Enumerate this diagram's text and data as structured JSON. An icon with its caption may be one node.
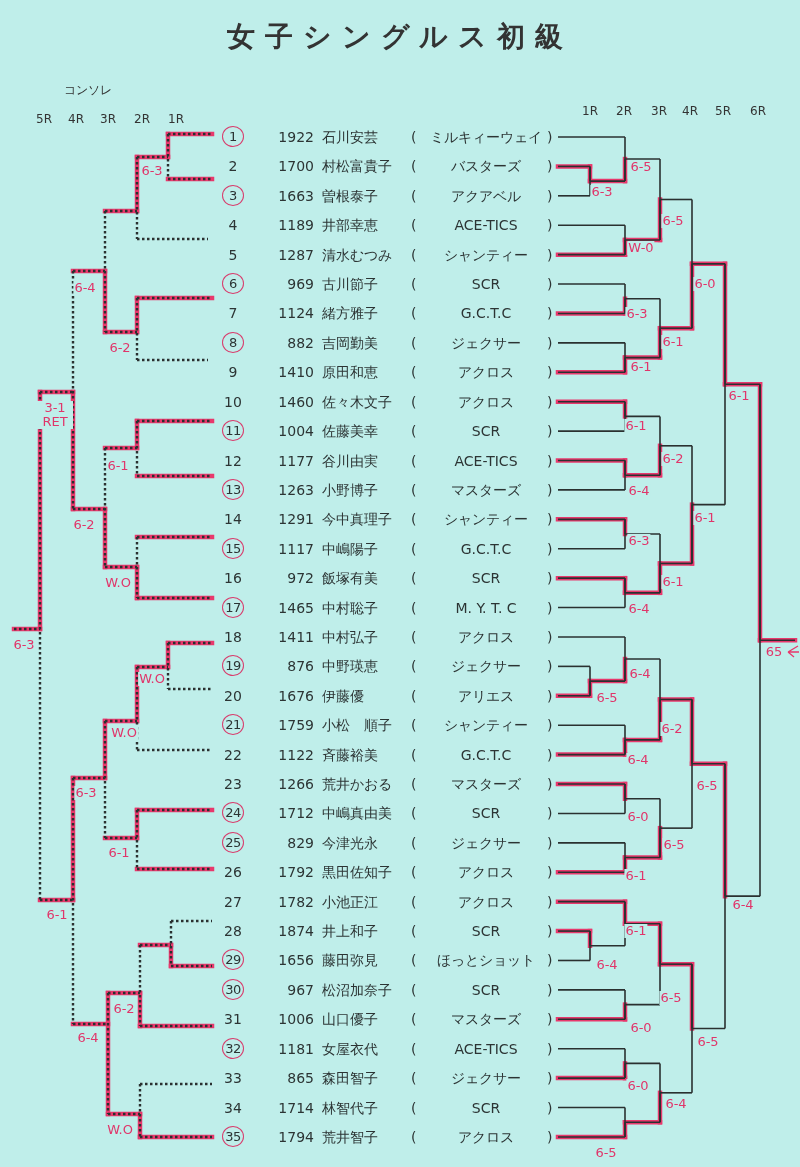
{
  "diagram": {
    "title": "女子シングルス初級",
    "nodes": [
      {
        "text": [
          "1"
        ]
      },
      {
        "text": [
          "3"
        ]
      },
      {
        "text": [
          "6"
        ]
      },
      {
        "text": [
          "8"
        ]
      },
      {
        "text": [
          "11"
        ]
      },
      {
        "text": [
          "13"
        ]
      },
      {
        "text": [
          "15"
        ]
      },
      {
        "text": [
          "17"
        ]
      },
      {
        "text": [
          "19"
        ]
      },
      {
        "text": [
          "21"
        ]
      },
      {
        "text": [
          "24"
        ]
      },
      {
        "text": [
          "25"
        ]
      },
      {
        "text": [
          "29"
        ]
      },
      {
        "text": [
          "30"
        ]
      },
      {
        "text": [
          "32"
        ]
      },
      {
        "text": [
          "35"
        ]
      }
    ],
    "labels": [
      "コンソレ",
      "5R",
      "4R",
      "3R",
      "2R",
      "1R",
      "1R",
      "2R",
      "3R",
      "4R",
      "5R",
      "6R",
      "1922",
      "石川安芸",
      "(",
      "ミルキィーウェイ",
      ")",
      "2",
      "1700",
      "村松富貴子",
      "(",
      "バスターズ",
      ")",
      "1663",
      "曽根泰子",
      "(",
      "アクアベル",
      ")",
      "4",
      "1189",
      "井部幸恵",
      "(",
      "ACE-TICS",
      ")",
      "5",
      "1287",
      "清水むつみ",
      "(",
      "シャンティー",
      ")",
      "969",
      "古川節子",
      "(",
      "SCR",
      ")",
      "7",
      "1124",
      "緒方雅子",
      "(",
      "G.C.T.C",
      ")",
      "882",
      "吉岡勤美",
      "(",
      "ジェクサー",
      ")",
      "9",
      "1410",
      "原田和恵",
      "(",
      "アクロス",
      ")",
      "10",
      "1460",
      "佐々木文子",
      "(",
      "アクロス",
      ")",
      "1004",
      "佐藤美幸",
      "(",
      "SCR",
      ")",
      "12",
      "1177",
      "谷川由実",
      "(",
      "ACE-TICS",
      ")",
      "1263",
      "小野博子",
      "(",
      "マスターズ",
      ")",
      "14",
      "1291",
      "今中真理子",
      "(",
      "シャンティー",
      ")",
      "1117",
      "中嶋陽子",
      "(",
      "G.C.T.C",
      ")",
      "16",
      "972",
      "飯塚有美",
      "(",
      "SCR",
      ")",
      "1465",
      "中村聡子",
      "(",
      "M. Y. T. C",
      ")",
      "18",
      "1411",
      "中村弘子",
      "(",
      "アクロス",
      ")",
      "876",
      "中野瑛恵",
      "(",
      "ジェクサー",
      ")",
      "20",
      "1676",
      "伊藤優",
      "(",
      "アリエス",
      ")",
      "1759",
      "小松　順子",
      "(",
      "シャンティー",
      ")",
      "22",
      "1122",
      "斉藤裕美",
      "(",
      "G.C.T.C",
      ")",
      "23",
      "1266",
      "荒井かおる",
      "(",
      "マスターズ",
      ")",
      "1712",
      "中嶋真由美",
      "(",
      "SCR",
      ")",
      "829",
      "今津光永",
      "(",
      "ジェクサー",
      ")",
      "26",
      "1792",
      "黒田佐知子",
      "(",
      "アクロス",
      ")",
      "27",
      "1782",
      "小池正江",
      "(",
      "アクロス",
      ")",
      "28",
      "1874",
      "井上和子",
      "(",
      "SCR",
      ")",
      "1656",
      "藤田弥見",
      "(",
      "ほっとショット",
      ")",
      "967",
      "松沼加奈子",
      "(",
      "SCR",
      ")",
      "31",
      "1006",
      "山口優子",
      "(",
      "マスターズ",
      ")",
      "1181",
      "女屋衣代",
      "(",
      "ACE-TICS",
      ")",
      "33",
      "865",
      "森田智子",
      "(",
      "ジェクサー",
      ")",
      "34",
      "1714",
      "林智代子",
      "(",
      "SCR",
      ")",
      "1794",
      "荒井智子",
      "(",
      "アクロス",
      ")",
      "6-3",
      "6-4",
      "6-2",
      "3-1 RET",
      "6-1",
      "6-2",
      "W.O",
      "6-3",
      "W.O",
      "W.O",
      "6-3",
      "6-1",
      "6-1",
      "6-2",
      "6-4",
      "W.O",
      "6-5",
      "6-3",
      "6-5",
      "W-0",
      "6-0",
      "6-3",
      "6-1",
      "6-1",
      "6-1",
      "6-1",
      "6-2",
      "6-4",
      "6-1",
      "6-3",
      "6-1",
      "6-4",
      "65",
      "6-4",
      "6-5",
      "6-2",
      "6-4",
      "6-5",
      "6-0",
      "6-5",
      "6-1",
      "6-4",
      "6-1",
      "6-4",
      "6-5",
      "6-0",
      "6-5",
      "6-0",
      "6-4",
      "6-5"
    ]
  }
}
